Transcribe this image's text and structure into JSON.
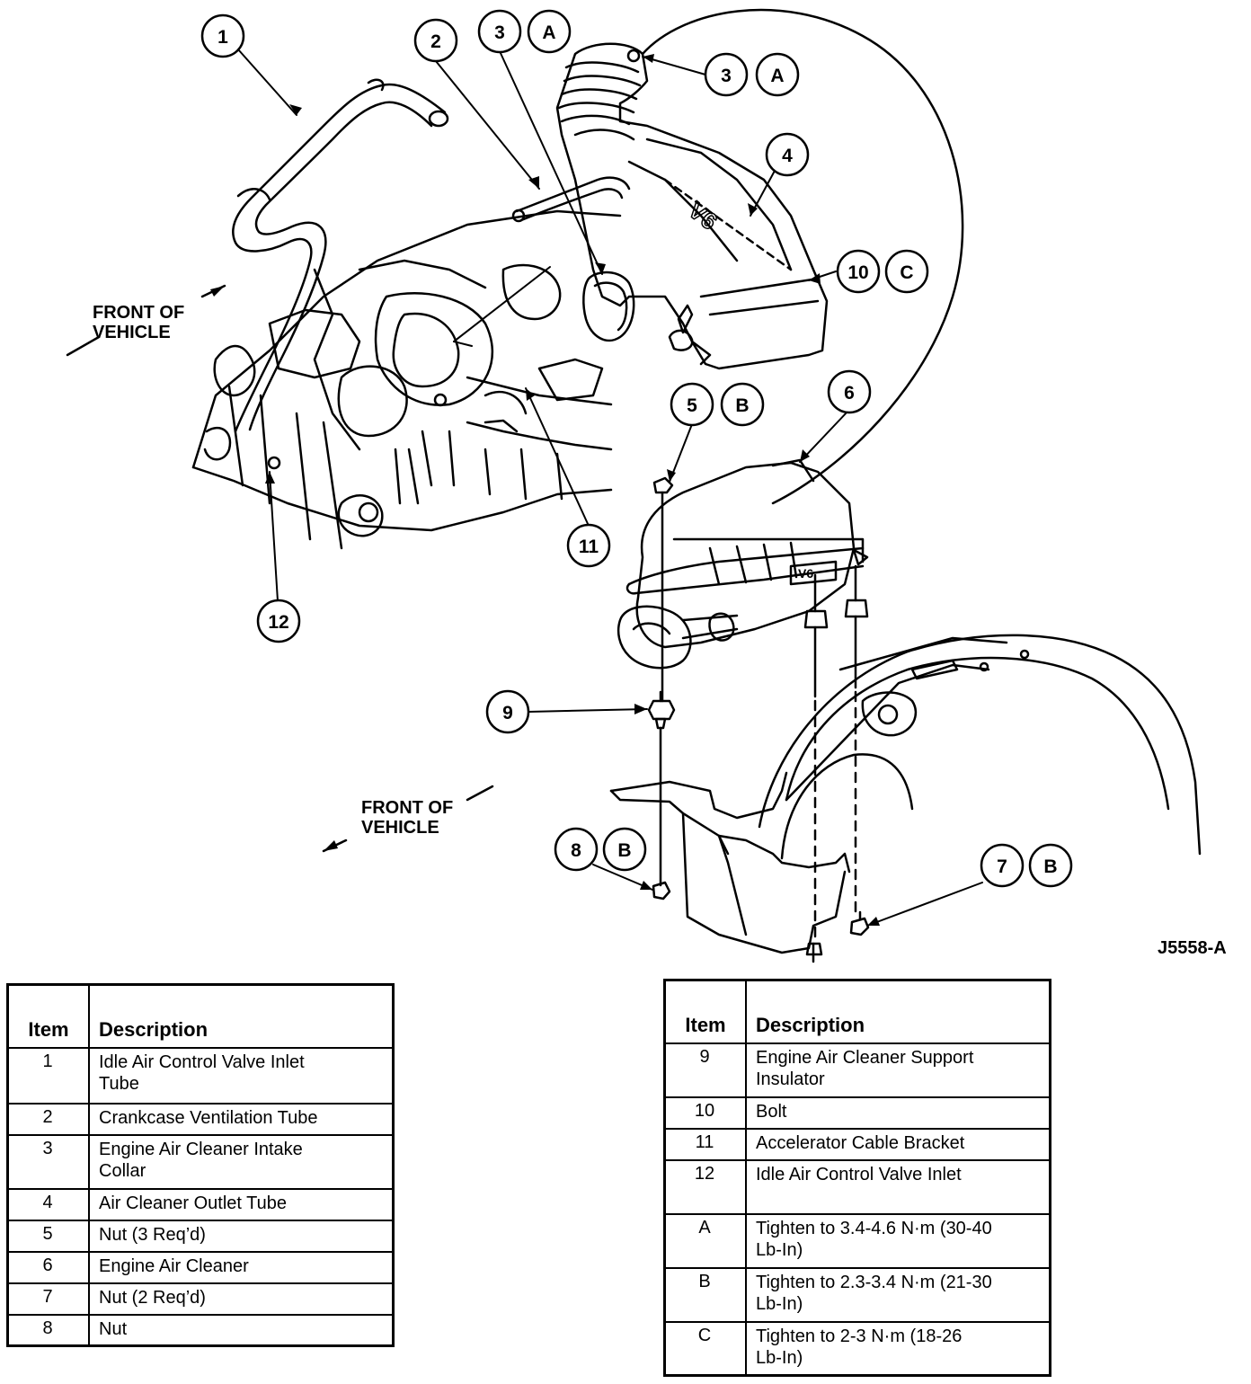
{
  "figure_id": "J5558-A",
  "front_label": "FRONT OF\nVEHICLE",
  "callouts": [
    "1",
    "2",
    "3",
    "4",
    "5",
    "6",
    "7",
    "8",
    "9",
    "10",
    "11",
    "12",
    "A",
    "B",
    "C"
  ],
  "left_table": {
    "header_item": "Item",
    "header_desc": "Description",
    "rows": [
      {
        "item": "1",
        "desc": "Idle Air Control Valve Inlet\nTube"
      },
      {
        "item": "2",
        "desc": "Crankcase Ventilation Tube"
      },
      {
        "item": "3",
        "desc": "Engine Air Cleaner Intake\nCollar"
      },
      {
        "item": "4",
        "desc": "Air Cleaner Outlet Tube"
      },
      {
        "item": "5",
        "desc": "Nut (3 Req’d)"
      },
      {
        "item": "6",
        "desc": "Engine Air Cleaner"
      },
      {
        "item": "7",
        "desc": "Nut (2 Req’d)"
      },
      {
        "item": "8",
        "desc": "Nut"
      }
    ]
  },
  "right_table": {
    "header_item": "Item",
    "header_desc": "Description",
    "rows": [
      {
        "item": "9",
        "desc": "Engine Air Cleaner Support\nInsulator"
      },
      {
        "item": "10",
        "desc": "Bolt"
      },
      {
        "item": "11",
        "desc": "Accelerator Cable Bracket"
      },
      {
        "item": "12",
        "desc": "Idle Air Control Valve Inlet\n "
      },
      {
        "item": "A",
        "desc": "Tighten to 3.4-4.6 N·m (30-40\nLb-In)"
      },
      {
        "item": "B",
        "desc": "Tighten to 2.3-3.4 N·m (21-30\nLb-In)"
      },
      {
        "item": "C",
        "desc": "Tighten to 2-3 N·m (18-26\nLb-In)"
      }
    ]
  }
}
